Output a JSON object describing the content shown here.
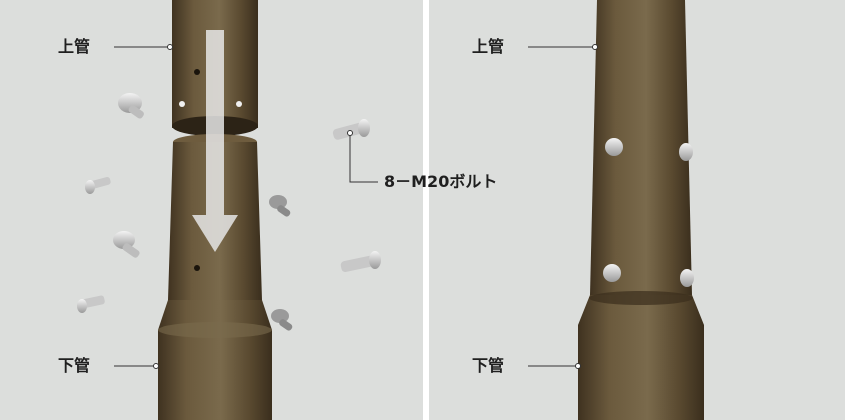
{
  "left_panel": {
    "upper_pipe_label": "上管",
    "lower_pipe_label": "下管",
    "bolt_callout": "8－M20ボルト"
  },
  "right_panel": {
    "upper_pipe_label": "上管",
    "lower_pipe_label": "下管"
  },
  "colors": {
    "background": "#dcdedc",
    "pipe": "#6b5a3d",
    "pipe_dark": "#4a3d28",
    "bolt": "#d8d8d8",
    "arrow": "#e6e6e6"
  },
  "icons": [
    "bolt-icon",
    "down-arrow-icon"
  ]
}
